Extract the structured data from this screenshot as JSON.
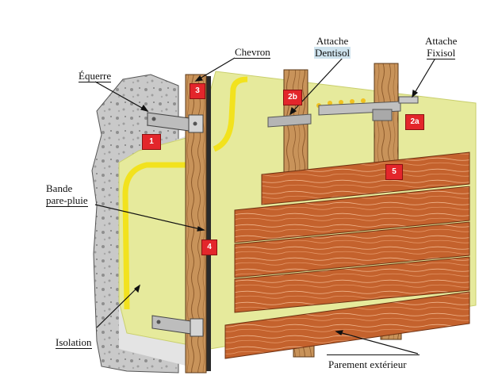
{
  "labels": {
    "equerre": "Équerre",
    "chevron": "Chevron",
    "attache_dentisol_line1": "Attache",
    "attache_dentisol_line2": "Dentisol",
    "attache_fixisol_line1": "Attache",
    "attache_fixisol_line2": "Fixisol",
    "bande_line1": "Bande",
    "bande_line2": "pare-pluie",
    "isolation": "Isolation",
    "parement": "Parement extérieur"
  },
  "badges": {
    "b1": "1",
    "b2a": "2a",
    "b2b": "2b",
    "b3": "3",
    "b4": "4",
    "b5": "5"
  },
  "colors": {
    "badge": "#e3262b",
    "insulation": "#e6ea9c",
    "wood_cladding": "#c4622d",
    "concrete": "#c8c8c8",
    "membrane": "#2a2a2a",
    "timber": "#c8935a"
  }
}
